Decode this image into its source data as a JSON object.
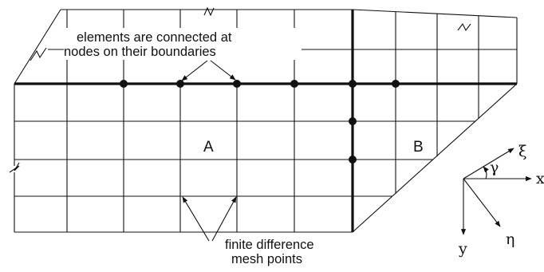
{
  "annotations": {
    "elements_line1": "elements are connected at",
    "elements_line2": "nodes on their boundaries",
    "mesh_line1": "finite difference",
    "mesh_line2": "mesh points"
  },
  "regions": {
    "a": "A",
    "b": "B"
  },
  "axes": {
    "xi": "ξ",
    "gamma": "γ",
    "x": "x",
    "y": "y",
    "eta": "η"
  }
}
